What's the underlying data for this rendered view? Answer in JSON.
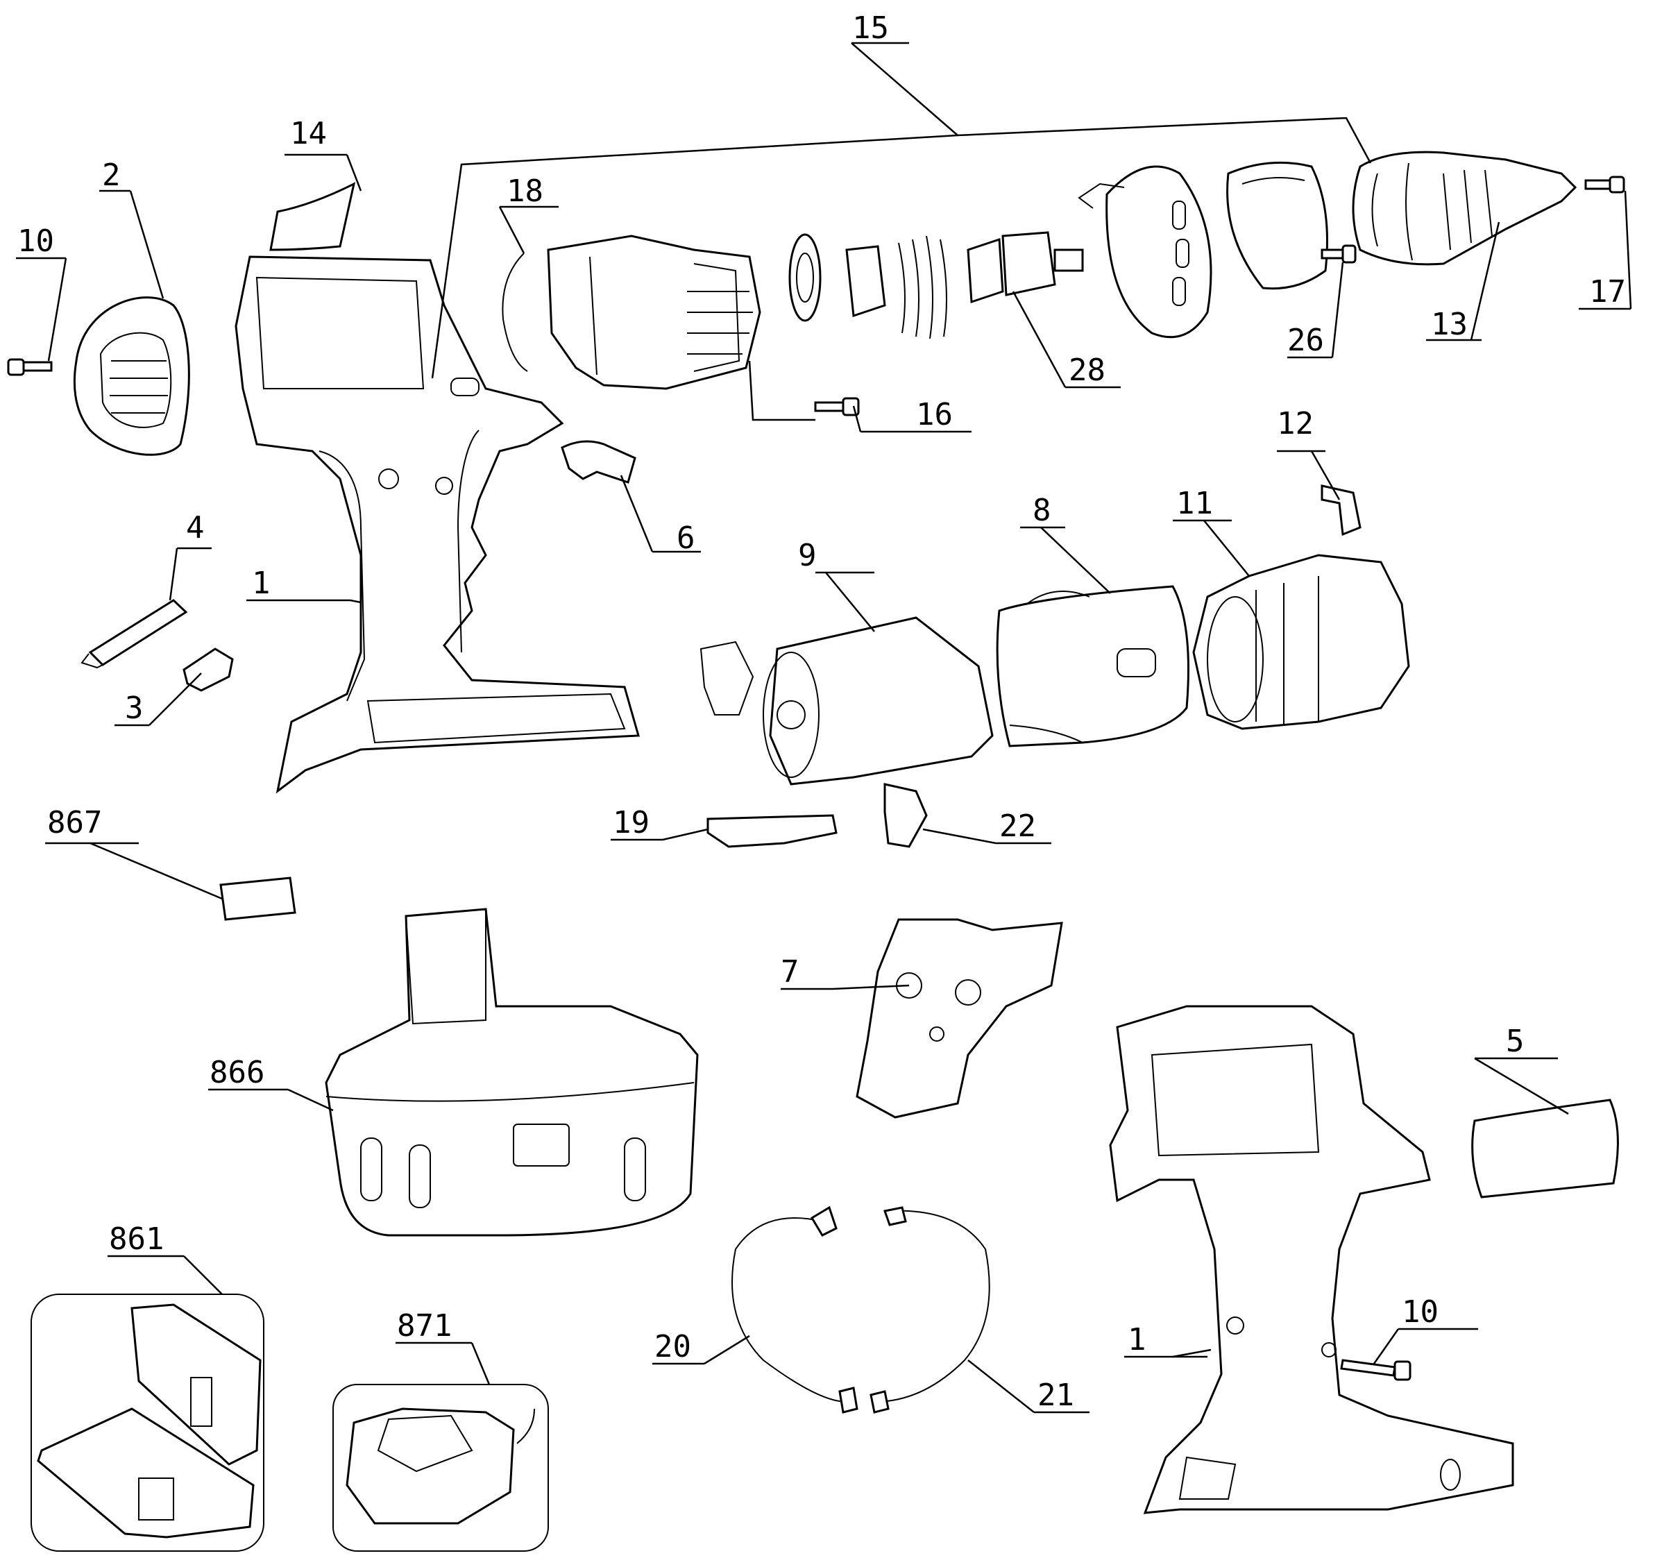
{
  "labels": {
    "p1a": "1",
    "p1b": "1",
    "p2": "2",
    "p3": "3",
    "p4": "4",
    "p5": "5",
    "p6": "6",
    "p7": "7",
    "p8": "8",
    "p9": "9",
    "p10a": "10",
    "p10b": "10",
    "p11": "11",
    "p12": "12",
    "p13": "13",
    "p14": "14",
    "p15": "15",
    "p16": "16",
    "p17": "17",
    "p18": "18",
    "p19": "19",
    "p20": "20",
    "p21": "21",
    "p22": "22",
    "p26": "26",
    "p28": "28",
    "p861": "861",
    "p866": "866",
    "p867": "867",
    "p871": "871"
  }
}
